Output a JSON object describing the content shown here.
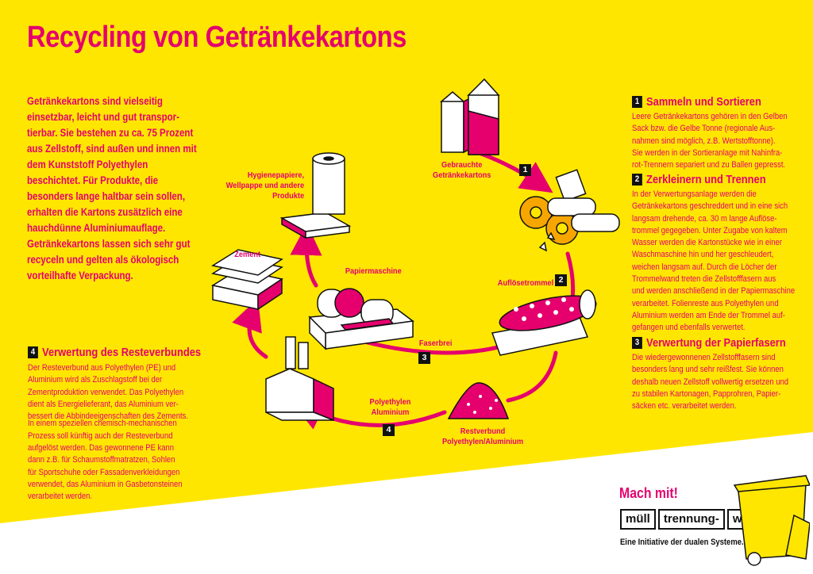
{
  "title": "Recycling von Getränkekartons",
  "intro": "Getränkekartons sind vielseitig\neinsetzbar, leicht und gut transpor-\ntierbar. Sie bestehen zu ca. 75 Prozent\naus Zellstoff, sind außen und innen mit\ndem Kunststoff Polyethylen\nbeschichtet. Für Produkte, die\nbesonders lange haltbar sein sollen,\nerhalten die Kartons zusätzlich eine\nhauchdünne Aluminiumauflage.\nGetränkekartons lassen sich sehr gut\nrecyceln und gelten als ökologisch\nvorteilhafte Verpackung.",
  "sections": {
    "s1": {
      "num": "1",
      "title": "Sammeln und Sortieren",
      "body": "Leere Getränkekartons gehören in den Gelben\nSack bzw. die Gelbe Tonne (regionale Aus-\nnahmen sind möglich, z.B. Wertstofftonne).\nSie werden in der Sortieranlage mit Nahinfra-\nrot-Trennern separiert und zu Ballen gepresst."
    },
    "s2": {
      "num": "2",
      "title": "Zerkleinern und Trennen",
      "body": "In der Verwertungsanlage werden die\nGetränkekartons geschreddert und in eine sich\nlangsam drehende, ca. 30 m lange Auflöse-\ntrommel gegegeben. Unter Zugabe von kaltem\nWasser werden die Kartonstücke wie in einer\nWaschmaschine hin und her geschleudert,\nweichen langsam auf. Durch die Löcher der\nTrommelwand treten die Zellstofffasern aus\nund werden anschließend in der Papiermaschine\nverarbeitet. Folienreste aus Polyethylen und\nAluminium werden am Ende der Trommel auf-\ngefangen und ebenfalls verwertet."
    },
    "s3": {
      "num": "3",
      "title": "Verwertung der Papierfasern",
      "body": "Die wiedergewonnenen Zellstofffasern sind\nbesonders lang und sehr reißfest. Sie können\ndeshalb neuen Zellstoff vollwertig ersetzen und\nzu stabilen Kartonagen, Papprohren, Papier-\nsäcken etc. verarbeitet werden."
    },
    "s4": {
      "num": "4",
      "title": "Verwertung des Resteverbundes",
      "body": "Der Resteverbund aus Polyethylen (PE) und\nAluminium wird als Zuschlagstoff bei der\nZementproduktion verwendet. Das Polyethylen\ndient als Energielieferant, das Aluminium ver-\nbessert die Abbindeeigenschaften des Zements.",
      "body2": "In einem speziellen chemisch-mechanischen\nProzess soll künftig auch der Resteverbund\naufgelöst werden. Das gewonnene PE kann\ndann z.B. für Schaumstoffmatratzen, Sohlen\nfür Sportschuhe oder Fassadenverkleidungen\nverwendet, das Aluminium in Gasbetonsteinen\nverarbeitet werden."
    }
  },
  "diagram": {
    "cartons": "Gebrauchte\nGetränkekartons",
    "drum": "Auflösetrommel",
    "papermachine": "Papiermaschine",
    "hygiene": "Hygienepapiere,\nWellpappe und andere\nProdukte",
    "cement": "Zement",
    "faserbrei": "Faserbrei",
    "polyalu": "Polyethylen\nAluminium",
    "rest": "Restverbund\nPolyethylen/Aluminium",
    "badges": [
      "1",
      "2",
      "3",
      "4"
    ]
  },
  "footer": {
    "machmit": "Mach mit!",
    "logo": [
      "müll",
      "trennung-",
      "wirkt.de"
    ],
    "initiative": "Eine Initiative der dualen Systeme."
  },
  "colors": {
    "background": "#ffe600",
    "accent": "#e5006e",
    "white": "#ffffff",
    "ink": "#111111"
  }
}
